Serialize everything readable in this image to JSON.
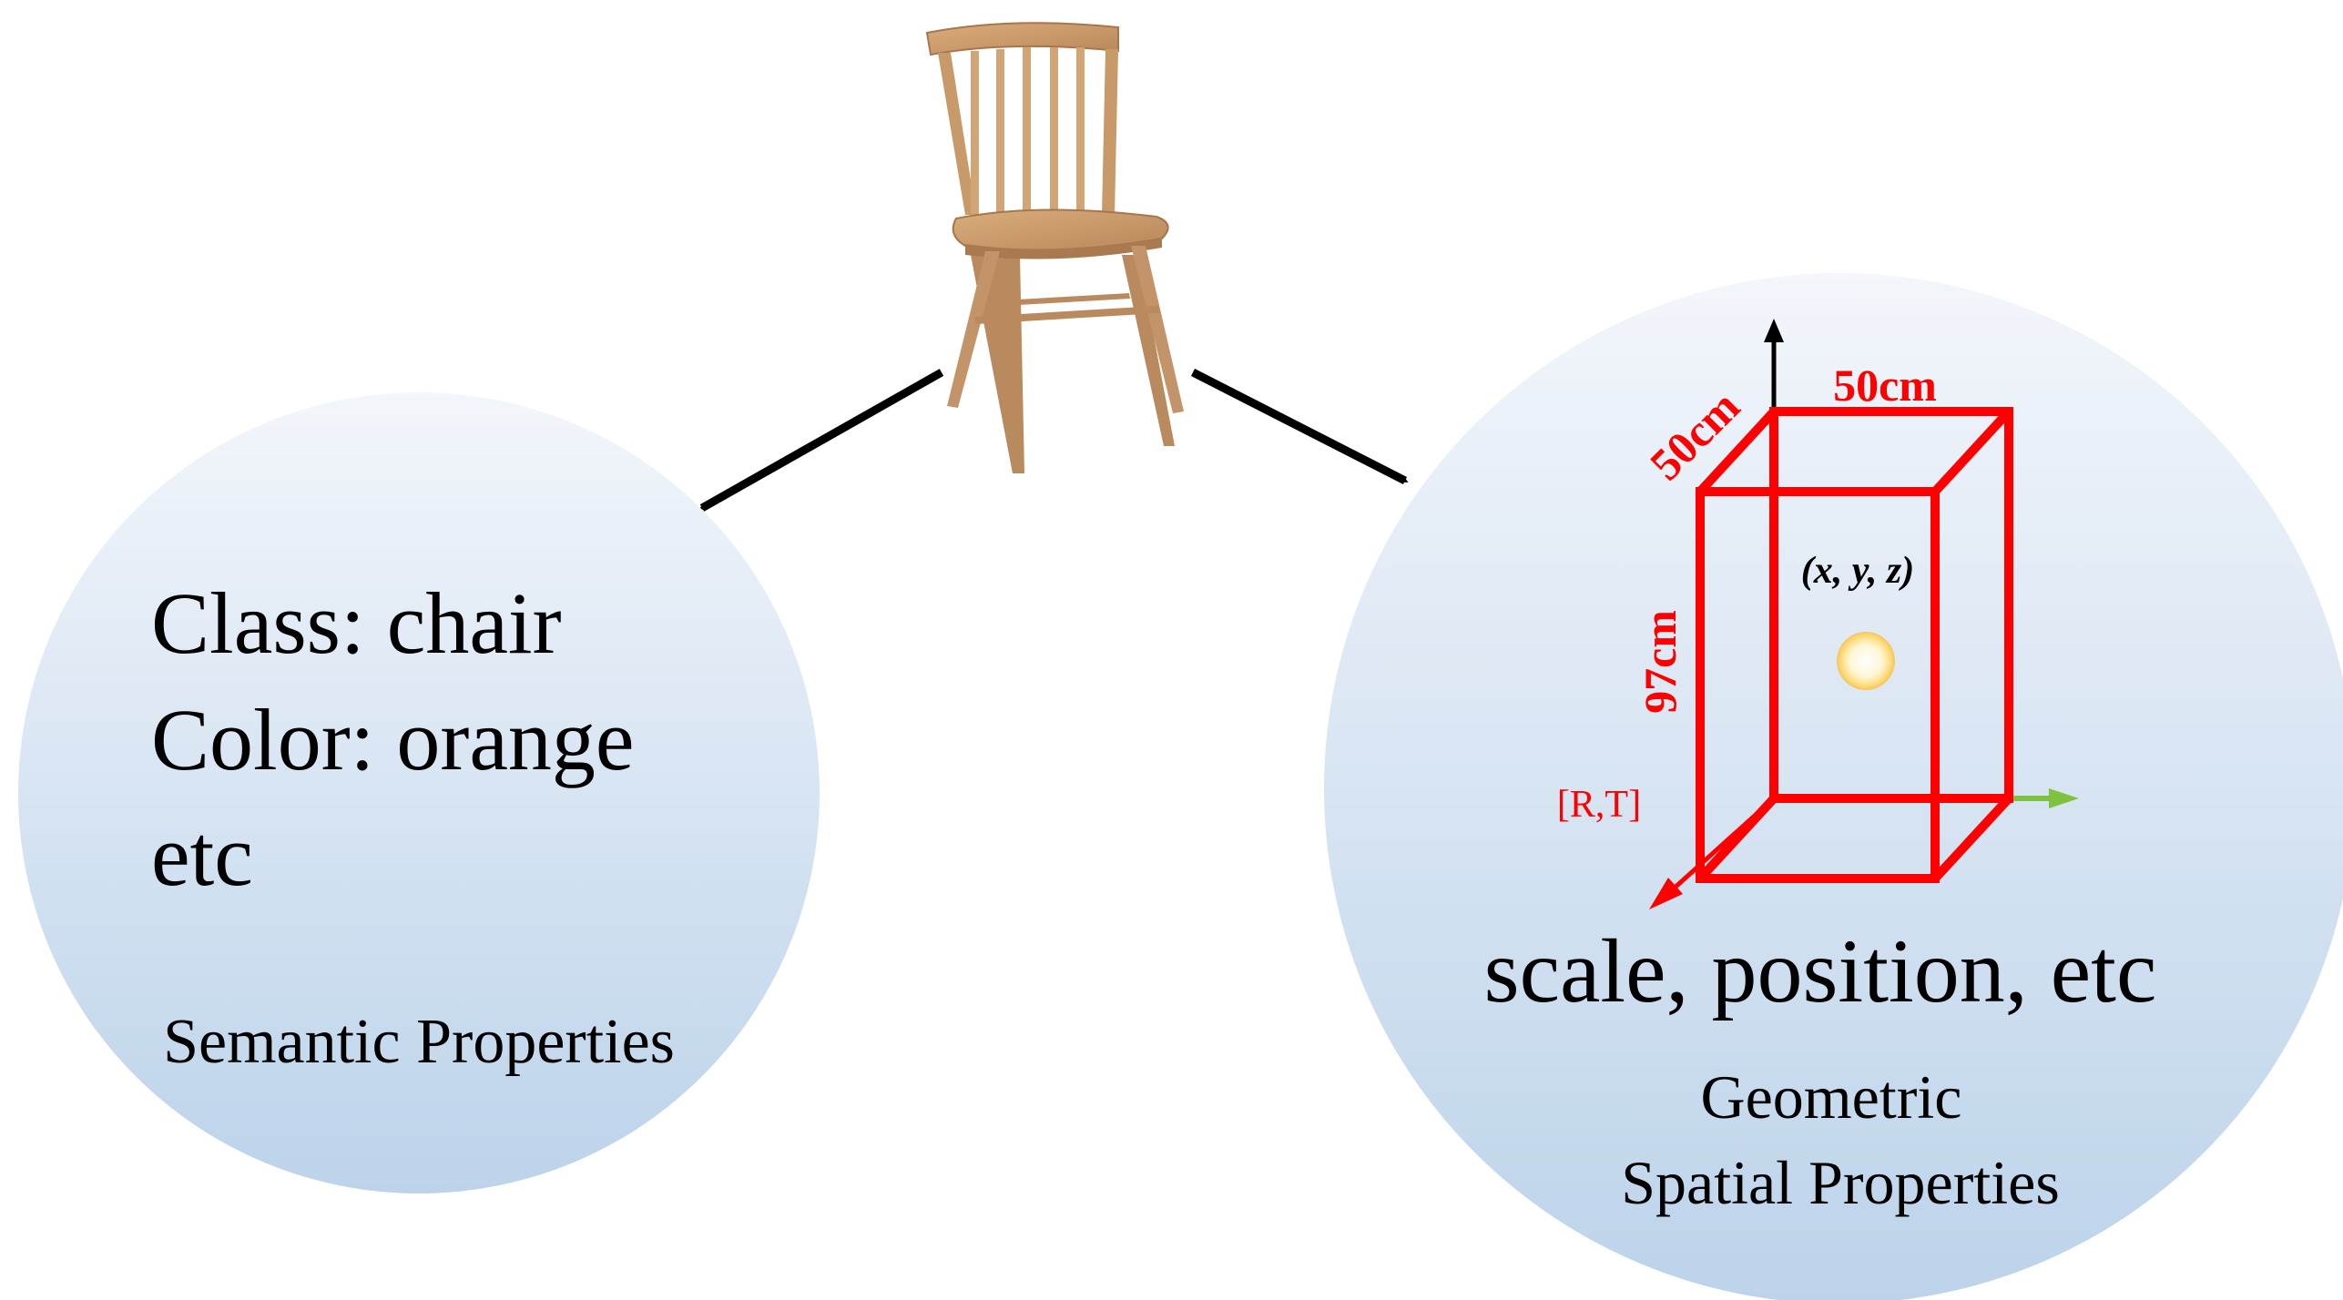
{
  "semantic": {
    "lines": [
      "Class: chair",
      "Color: orange",
      "etc"
    ],
    "caption": "Semantic Properties"
  },
  "geometric": {
    "dim_top": "50cm",
    "dim_depth": "50cm",
    "dim_height": "97cm",
    "center_label": "(x, y, z)",
    "pose_label": "[R,T]",
    "summary": "scale, position, etc",
    "caption_line1": "Geometric",
    "caption_line2": "Spatial Properties"
  },
  "colors": {
    "circle_top": "#f3f6fb",
    "circle_bottom": "#bcd3ea",
    "box": "#ff0000",
    "x_axis": "#7fc241",
    "arrow": "#000000",
    "chair_wood": "#c89a6a"
  },
  "icons": {
    "object": "chair-icon",
    "center": "center-point-icon"
  }
}
